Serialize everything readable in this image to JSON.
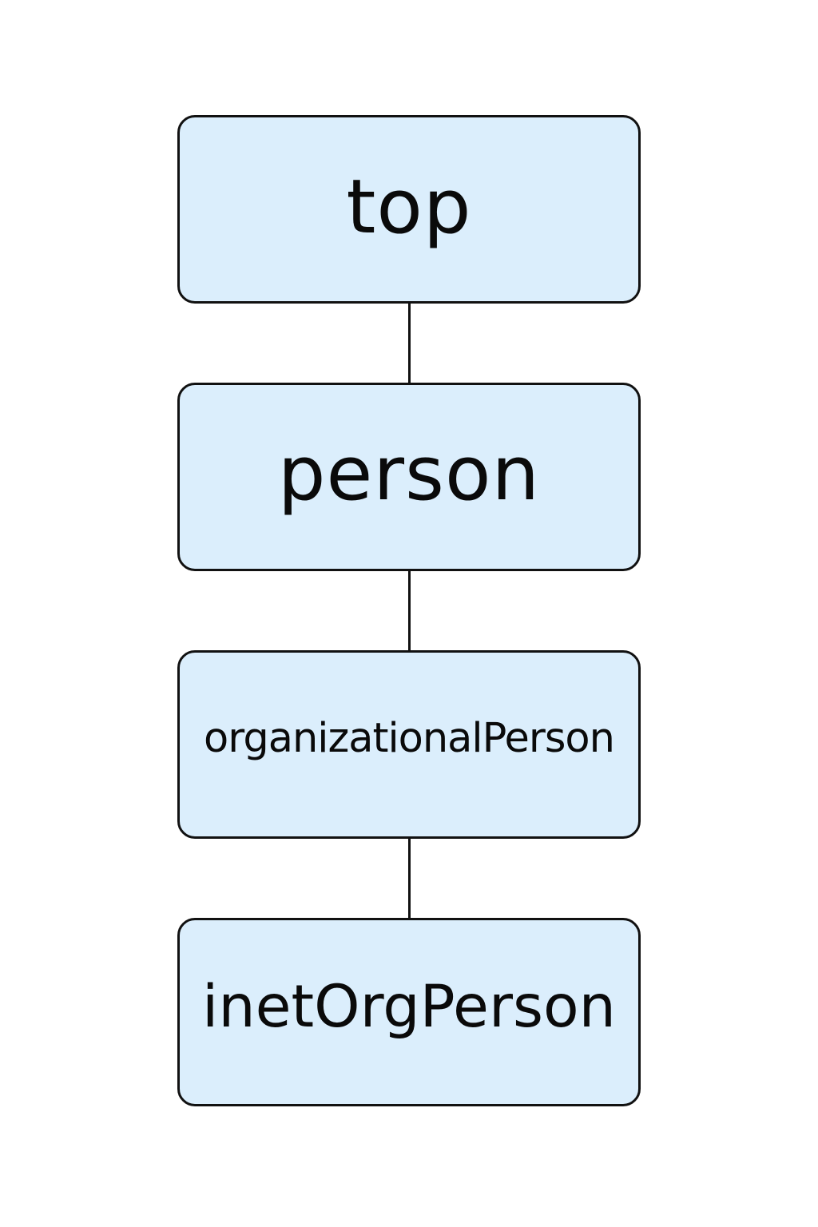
{
  "diagram": {
    "colors": {
      "node_fill": "#dbeefc",
      "node_border": "#111111",
      "connector": "#111111",
      "text": "#0a0a0a",
      "background": "#ffffff"
    },
    "nodes": [
      {
        "label": "top"
      },
      {
        "label": "person"
      },
      {
        "label": "organizationalPerson"
      },
      {
        "label": "inetOrgPerson"
      }
    ]
  }
}
